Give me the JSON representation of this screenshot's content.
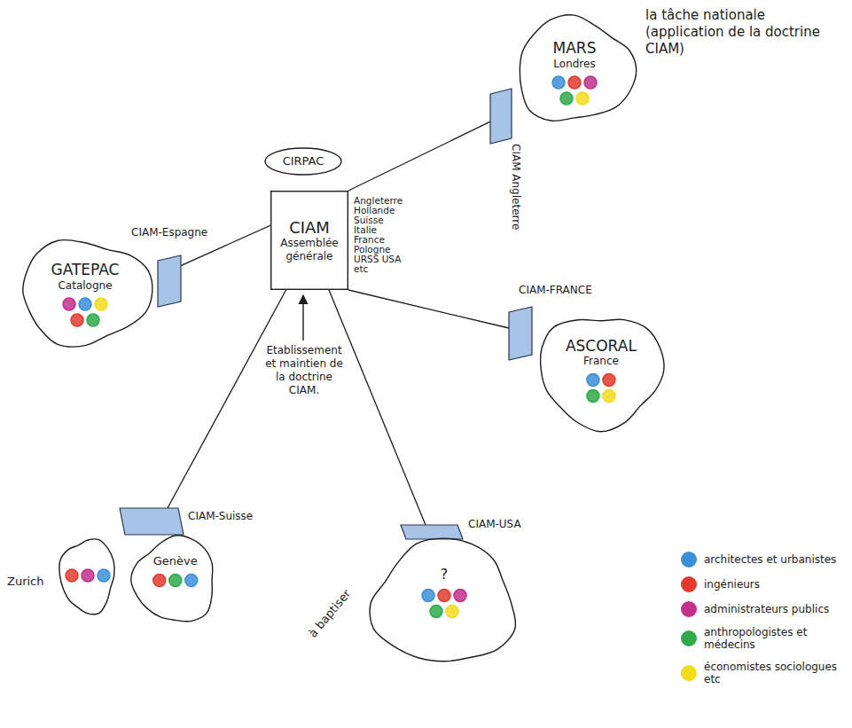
{
  "diagram": {
    "nodes": [
      {
        "text": [
          "CIRPAC"
        ]
      },
      {
        "text": [
          "CIAM",
          "Assemblée générale"
        ]
      },
      {
        "text": [
          "CIAM Angleterre"
        ]
      },
      {
        "text": [
          "MARS",
          "Londres"
        ]
      },
      {
        "text": [
          "CIAM-Espagne"
        ]
      },
      {
        "text": [
          "GATEPAC",
          "Catalogne"
        ]
      },
      {
        "text": [
          "CIAM-FRANCE"
        ]
      },
      {
        "text": [
          "ASCORAL",
          "France"
        ]
      },
      {
        "text": [
          "CIAM-Suisse"
        ]
      },
      {
        "text": [
          "Zurich"
        ]
      },
      {
        "text": [
          "Genève"
        ]
      },
      {
        "text": [
          "CIAM-USA"
        ]
      },
      {
        "text": [
          "?",
          "à baptiser"
        ]
      }
    ],
    "edges": [
      {
        "from": 1,
        "to": 2,
        "arrow": "none"
      },
      {
        "from": 1,
        "to": 4,
        "arrow": "none"
      },
      {
        "from": 1,
        "to": 6,
        "arrow": "none"
      },
      {
        "from": 1,
        "to": 8,
        "arrow": "none"
      },
      {
        "from": 1,
        "to": 11,
        "arrow": "none"
      }
    ],
    "labels": [
      "la tâche nationale (application de la doctrine CIAM)",
      "Angleterre Hollande Suisse Italie France Pologne URSS USA etc",
      "Etablissement et maintien de la doctrine CIAM."
    ],
    "legend": [
      {
        "text": "architectes et urbanistes",
        "color": "#3b8fd8"
      },
      {
        "text": "ingénieurs",
        "color": "#e23b2e"
      },
      {
        "text": "administrateurs publics",
        "color": "#c2308c"
      },
      {
        "text": "anthropologistes et médecins",
        "color": "#2eaa4a"
      },
      {
        "text": "économistes sociologues etc",
        "color": "#f2dc1e"
      }
    ]
  }
}
